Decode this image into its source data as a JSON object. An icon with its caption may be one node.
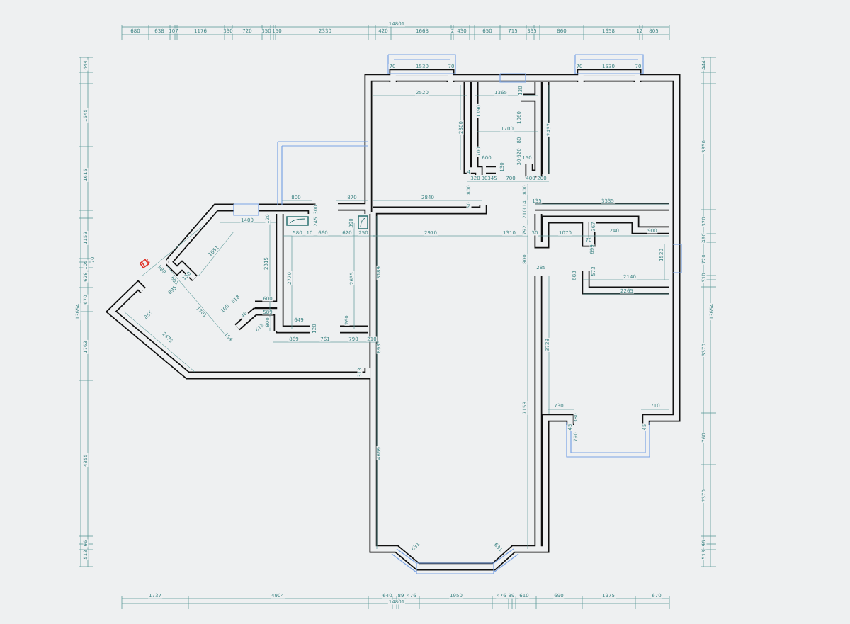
{
  "diagram": {
    "labels": [
      "14801",
      "680",
      "638",
      "107",
      "1176",
      "330",
      "720",
      "350",
      "150",
      "2330",
      "420",
      "1668",
      "2",
      "430",
      "650",
      "715",
      "335",
      "860",
      "1658",
      "12",
      "805",
      "70",
      "1530",
      "70",
      "70",
      "1530",
      "70",
      "444",
      "1645",
      "1615",
      "1159",
      "105",
      "70",
      "628",
      "670",
      "1763",
      "4355",
      "96",
      "513",
      "13654",
      "444",
      "3350",
      "320",
      "490",
      "720",
      "310",
      "3370",
      "760",
      "2370",
      "96",
      "513",
      "13654",
      "2520",
      "1365",
      "130",
      "1390",
      "1060",
      "2300",
      "1700",
      "2437",
      "80",
      "700",
      "620",
      "600",
      "150",
      "130",
      "30",
      "4",
      "320",
      "30",
      "345",
      "700",
      "400",
      "200",
      "800",
      "800",
      "800",
      "870",
      "2840",
      "135",
      "3335",
      "300",
      "150",
      "114",
      "210",
      "1400",
      "120",
      "245",
      "580",
      "10",
      "660",
      "620",
      "250",
      "390",
      "2970",
      "1310",
      "792",
      "30",
      "1070",
      "367",
      "1240",
      "900",
      "1651",
      "70",
      "699",
      "1520",
      "2315",
      "2770",
      "2635",
      "3189",
      "800",
      "285",
      "683",
      "573",
      "2140",
      "2265",
      "380",
      "651",
      "150",
      "895",
      "1701",
      "600",
      "618",
      "100",
      "589",
      "46",
      "800",
      "672",
      "649",
      "120",
      "260",
      "855",
      "2475",
      "154",
      "869",
      "761",
      "790",
      "210",
      "893",
      "3728",
      "7158",
      "313",
      "730",
      "710",
      "45",
      "380",
      "790",
      "45",
      "4669",
      "631",
      "631",
      "1737",
      "4904",
      "640",
      "89",
      "476",
      "1950",
      "476",
      "89",
      "610",
      "690",
      "1975",
      "670",
      "14801"
    ]
  }
}
